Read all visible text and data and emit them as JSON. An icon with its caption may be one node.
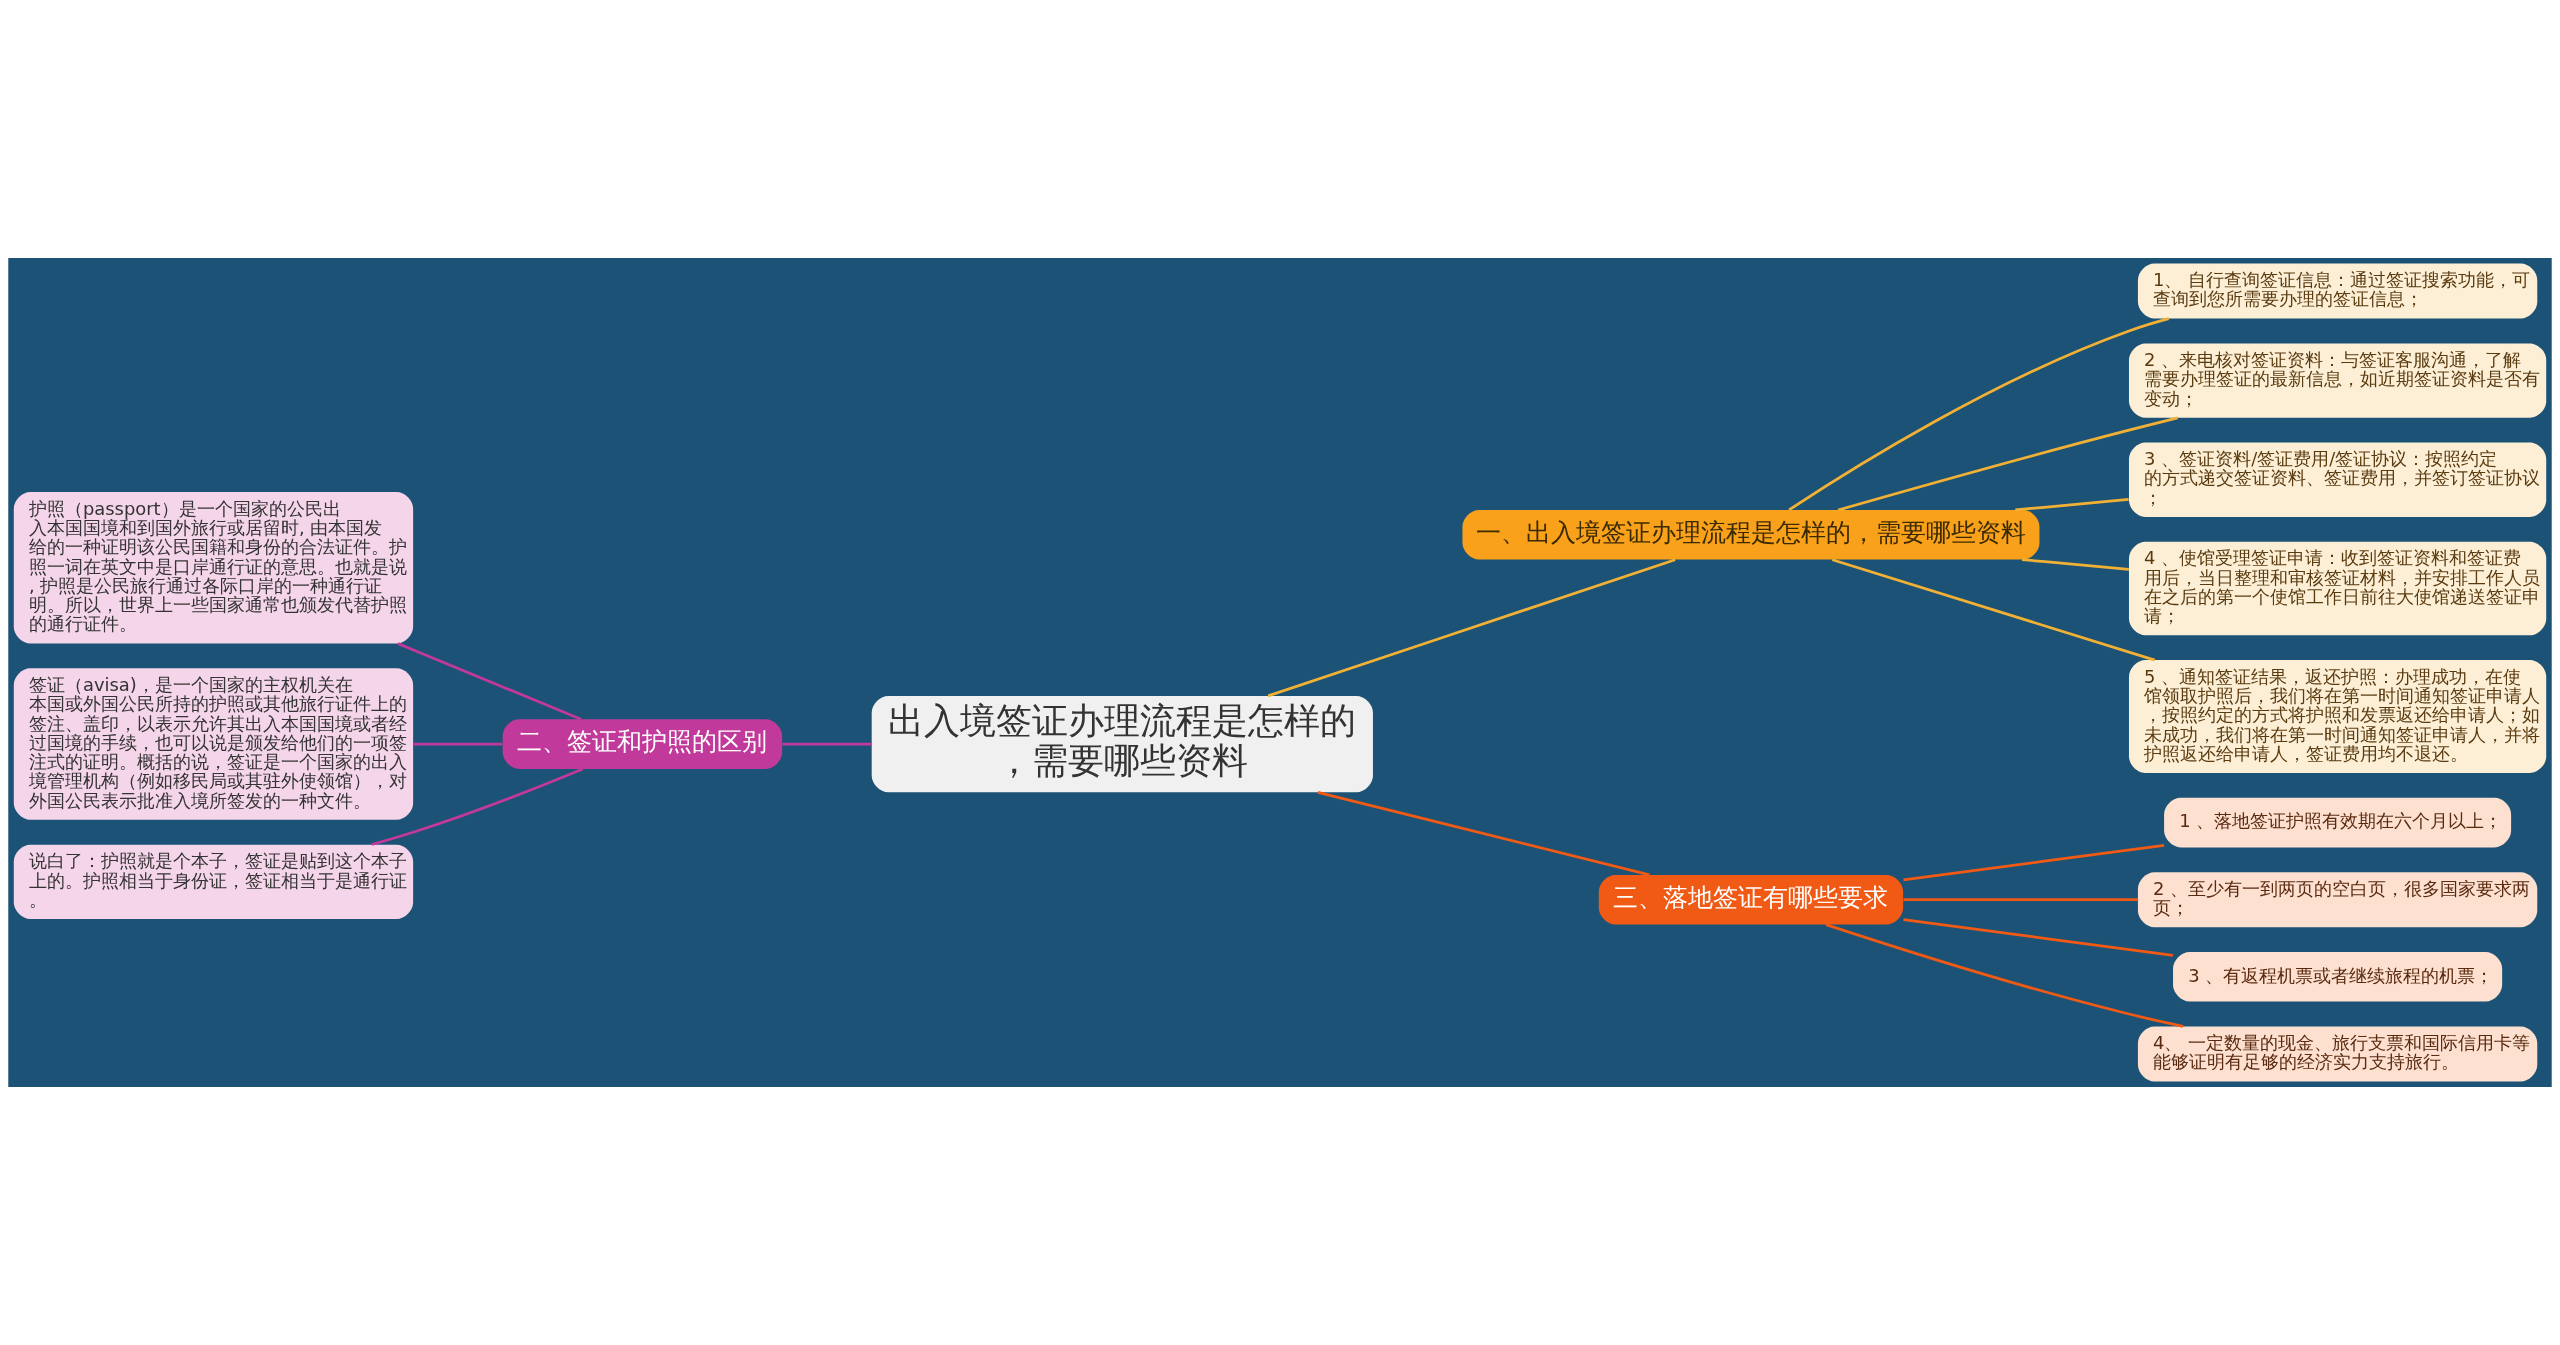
{
  "diagram": {
    "nodes": [
      {
        "text": [
          "出入境签证办理流程是怎样的，需要哪些资料"
        ]
      },
      {
        "text": [
          "一、出入境签证办理流程是怎样的，需要哪些资料"
        ]
      },
      {
        "text": [
          "1、 自行查询签证信息：通过签证搜索功能，可查询到您所需要办理的签证信息；"
        ]
      },
      {
        "text": [
          "2 、来电核对签证资料：与签证客服沟通，了解需要办理签证的最新信息，如近期签证资料是否有变动；"
        ]
      },
      {
        "text": [
          "3 、签证资料/签证费用/签证协议：按照约定的方式递交签证资料、签证费用，并签订签证协议；"
        ]
      },
      {
        "text": [
          "4 、使馆受理签证申请：收到签证资料和签证费用后，当日整理和审核签证材料，并安排工作人员在之后的第一个使馆工作日前往大使馆递送签证申请；"
        ]
      },
      {
        "text": [
          "5 、通知签证结果，返还护照：办理成功，在使馆领取护照后，我们将在第一时间通知签证申请人，按照约定的方式将护照和发票返还给申请人；如未成功，我们将在第一时间通知签证申请人，并将护照返还给申请人，签证费用均不退还。"
        ]
      },
      {
        "text": [
          "二、签证和护照的区别"
        ]
      },
      {
        "text": [
          "护照（passport）是一个国家的公民出入本国国境和到国外旅行或居留时, 由本国发给的一种证明该公民国籍和身份的合法证件。护照一词在英文中是口岸通行证的意思。也就是说, 护照是公民旅行通过各际口岸的一种通行证明。所以，世界上一些国家通常也颁发代替护照的通行证件。"
        ]
      },
      {
        "text": [
          "签证（avisa)，是一个国家的主权机关在本国或外国公民所持的护照或其他旅行证件上的签注、盖印，以表示允许其出入本国国境或者经过国境的手续，也可以说是颁发给他们的一项签注式的证明。概括的说，签证是一个国家的出入境管理机构（例如移民局或其驻外使领馆），对外国公民表示批准入境所签发的一种文件。"
        ]
      },
      {
        "text": [
          "说白了：护照就是个本子，签证是贴到这个本子上的。护照相当于身份证，签证相当于是通行证。"
        ]
      },
      {
        "text": [
          "三、落地签证有哪些要求"
        ]
      },
      {
        "text": [
          "1 、落地签证护照有效期在六个月以上；"
        ]
      },
      {
        "text": [
          "2 、至少有一到两页的空白页，很多国家要求两页；"
        ]
      },
      {
        "text": [
          "3 、有返程机票或者继续旅程的机票；"
        ]
      },
      {
        "text": [
          "4、 一定数量的现金、旅行支票和国际信用卡等能够证明有足够的经济实力支持旅行。"
        ]
      }
    ],
    "edges": [
      {
        "from": 0,
        "to": 1,
        "arrow": "none"
      },
      {
        "from": 1,
        "to": 2,
        "arrow": "none"
      },
      {
        "from": 1,
        "to": 3,
        "arrow": "none"
      },
      {
        "from": 1,
        "to": 4,
        "arrow": "none"
      },
      {
        "from": 1,
        "to": 5,
        "arrow": "none"
      },
      {
        "from": 1,
        "to": 6,
        "arrow": "none"
      },
      {
        "from": 0,
        "to": 7,
        "arrow": "none",
        "color": "#c1399a"
      },
      {
        "from": 7,
        "to": 8,
        "arrow": "none",
        "color": "#c1399a"
      },
      {
        "from": 7,
        "to": 9,
        "arrow": "none",
        "color": "#c1399a"
      },
      {
        "from": 7,
        "to": 10,
        "arrow": "none",
        "color": "#c1399a"
      },
      {
        "from": 0,
        "to": 11,
        "arrow": "none",
        "color": "#f05a14"
      },
      {
        "from": 11,
        "to": 12,
        "arrow": "none",
        "color": "#f05a14"
      },
      {
        "from": 11,
        "to": 13,
        "arrow": "none",
        "color": "#f05a14"
      },
      {
        "from": 11,
        "to": 14,
        "arrow": "none",
        "color": "#f05a14"
      },
      {
        "from": 11,
        "to": 15,
        "arrow": "none",
        "color": "#f05a14"
      }
    ]
  }
}
